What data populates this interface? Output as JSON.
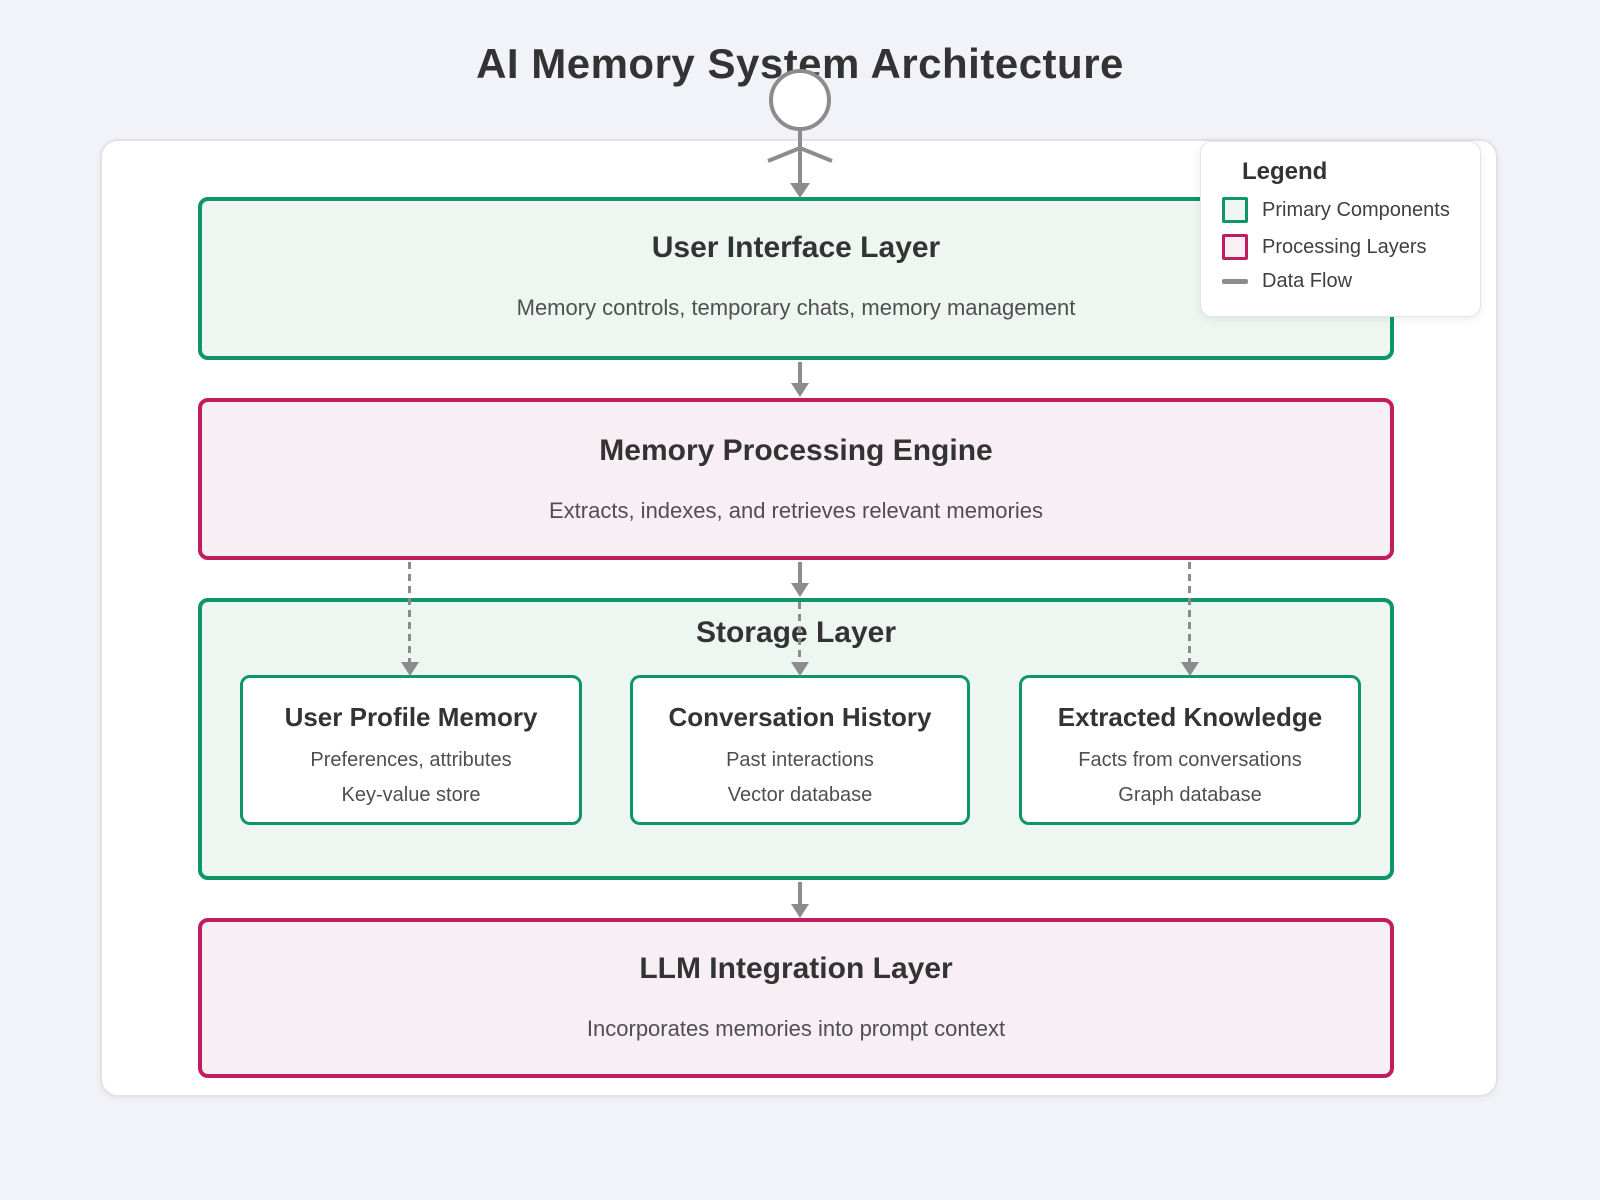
{
  "diagram": {
    "title": "AI Memory System Architecture",
    "legend": {
      "title": "Legend",
      "items": [
        {
          "label": "Primary Components",
          "swatch": "primary-component-swatch"
        },
        {
          "label": "Processing Layers",
          "swatch": "processing-layer-swatch"
        },
        {
          "label": "Data Flow",
          "swatch": "data-flow-line-swatch"
        }
      ]
    },
    "layers": {
      "ui": {
        "type": "primary",
        "title": "User Interface Layer",
        "subtitle": "Memory controls, temporary chats, memory management"
      },
      "processing": {
        "type": "processing",
        "title": "Memory Processing Engine",
        "subtitle": "Extracts, indexes, and retrieves relevant memories"
      },
      "storage": {
        "type": "primary",
        "title": "Storage Layer",
        "stores": [
          {
            "title": "User Profile Memory",
            "line1": "Preferences, attributes",
            "line2": "Key-value store"
          },
          {
            "title": "Conversation History",
            "line1": "Past interactions",
            "line2": "Vector database"
          },
          {
            "title": "Extracted Knowledge",
            "line1": "Facts from conversations",
            "line2": "Graph database"
          }
        ]
      },
      "llm": {
        "type": "processing",
        "title": "LLM Integration Layer",
        "subtitle": "Incorporates memories into prompt context"
      }
    },
    "colors": {
      "primary_border": "#0e9568",
      "primary_fill": "#eef6f2",
      "processing_border": "#c11d5e",
      "processing_fill": "#f8eff5",
      "arrow": "#8c8c8c",
      "background": "#f2f3f8",
      "card": "#ffffff"
    },
    "icons": {
      "actor": "person-actor-icon"
    }
  }
}
